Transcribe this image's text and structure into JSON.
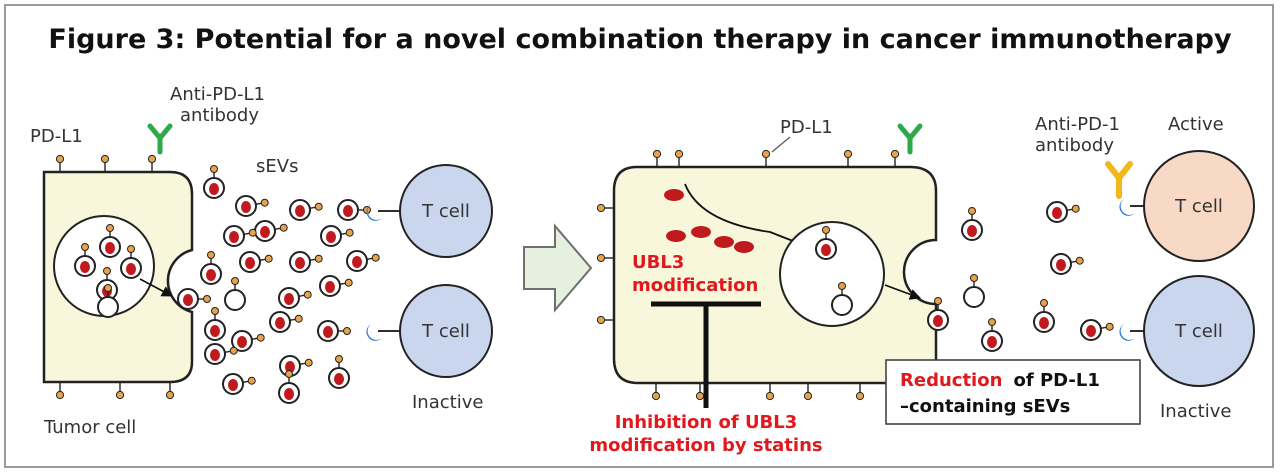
{
  "title": "Figure 3: Potential for a novel combination therapy in cancer immunotherapy",
  "left": {
    "pdl1_label": "PD-L1",
    "antibody_line1": "Anti-PD-L1",
    "antibody_line2": "antibody",
    "sevs_label": "sEVs",
    "tumor_label": "Tumor cell",
    "tcell_top": "T cell",
    "tcell_bottom": "T cell",
    "inactive_label": "Inactive"
  },
  "right": {
    "pdl1_label": "PD-L1",
    "ubl3_line1": "UBL3",
    "ubl3_line2": "modification",
    "inhibition_line1": "Inhibition of UBL3",
    "inhibition_line2": "modification by statins",
    "reduction_red": "Reduction",
    "reduction_rest": "of PD-L1",
    "reduction_line2": "–containing sEVs",
    "antipd1_line1": "Anti-PD-1",
    "antipd1_line2": "antibody",
    "active_label": "Active",
    "tcell_top": "T cell",
    "tcell_bottom": "T cell",
    "inactive_label": "Inactive"
  },
  "colors": {
    "cell_fill": "#f8f7dc",
    "tcell_inactive": "#c9d6ee",
    "tcell_active": "#f7d9c6",
    "cargo_red": "#c01a1e",
    "lollipop_orange": "#e8a24a",
    "antibody_pdl1": "#2ea84a",
    "antibody_pd1": "#f2b81a",
    "receptor_blue": "#2a7ad2",
    "arrow_fill": "#e6f0df",
    "accent_red": "#e0191e"
  }
}
